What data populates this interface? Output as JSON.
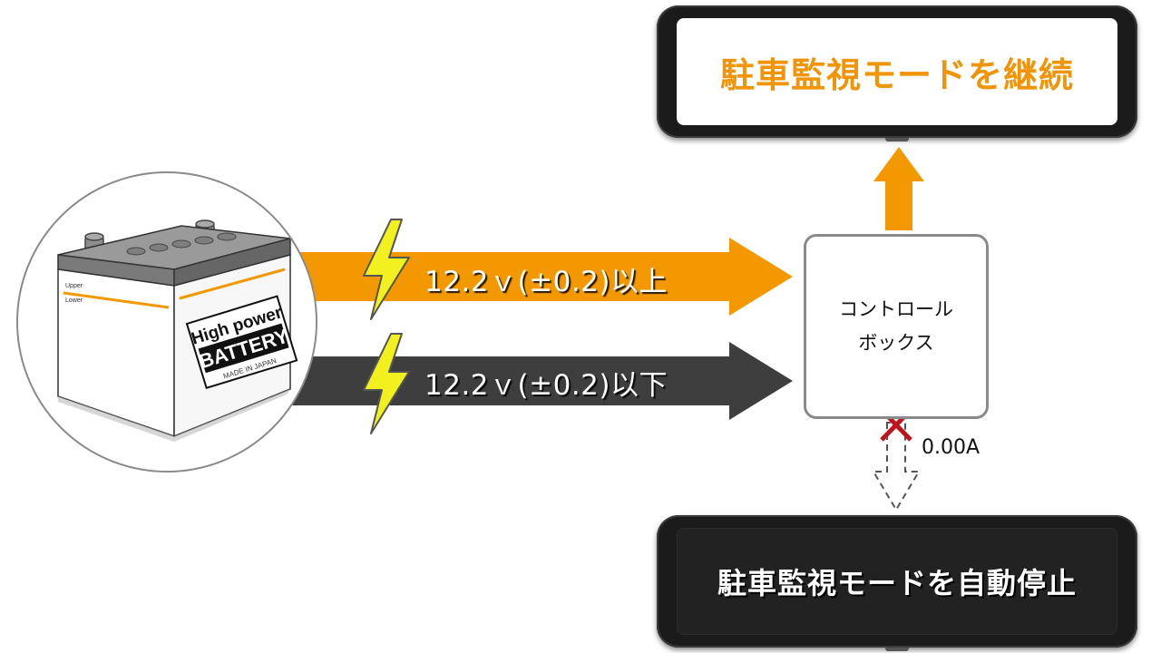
{
  "devices": {
    "top_text": "駐車監視モードを継続",
    "bottom_text": "駐車監視モードを自動停止"
  },
  "battery": {
    "upper_text": "Upper",
    "lower_text": "Lower",
    "brand_line1": "High power",
    "brand_line2": "BATTERY",
    "made_in": "MADE IN JAPAN"
  },
  "arrows": {
    "upper_label": "12.2ｖ(±0.2)以上",
    "lower_label": "12.2ｖ(±0.2)以下"
  },
  "control_box": {
    "line1": "コントロール",
    "line2": "ボックス"
  },
  "current": {
    "label": "0.00A"
  },
  "colors": {
    "orange": "#f39800",
    "dark_gray": "#3e3e3e",
    "lightning": "#f2f01e",
    "cross": "#c0141c",
    "box_border": "#8a8a8a",
    "top_text": "#f0950a"
  }
}
